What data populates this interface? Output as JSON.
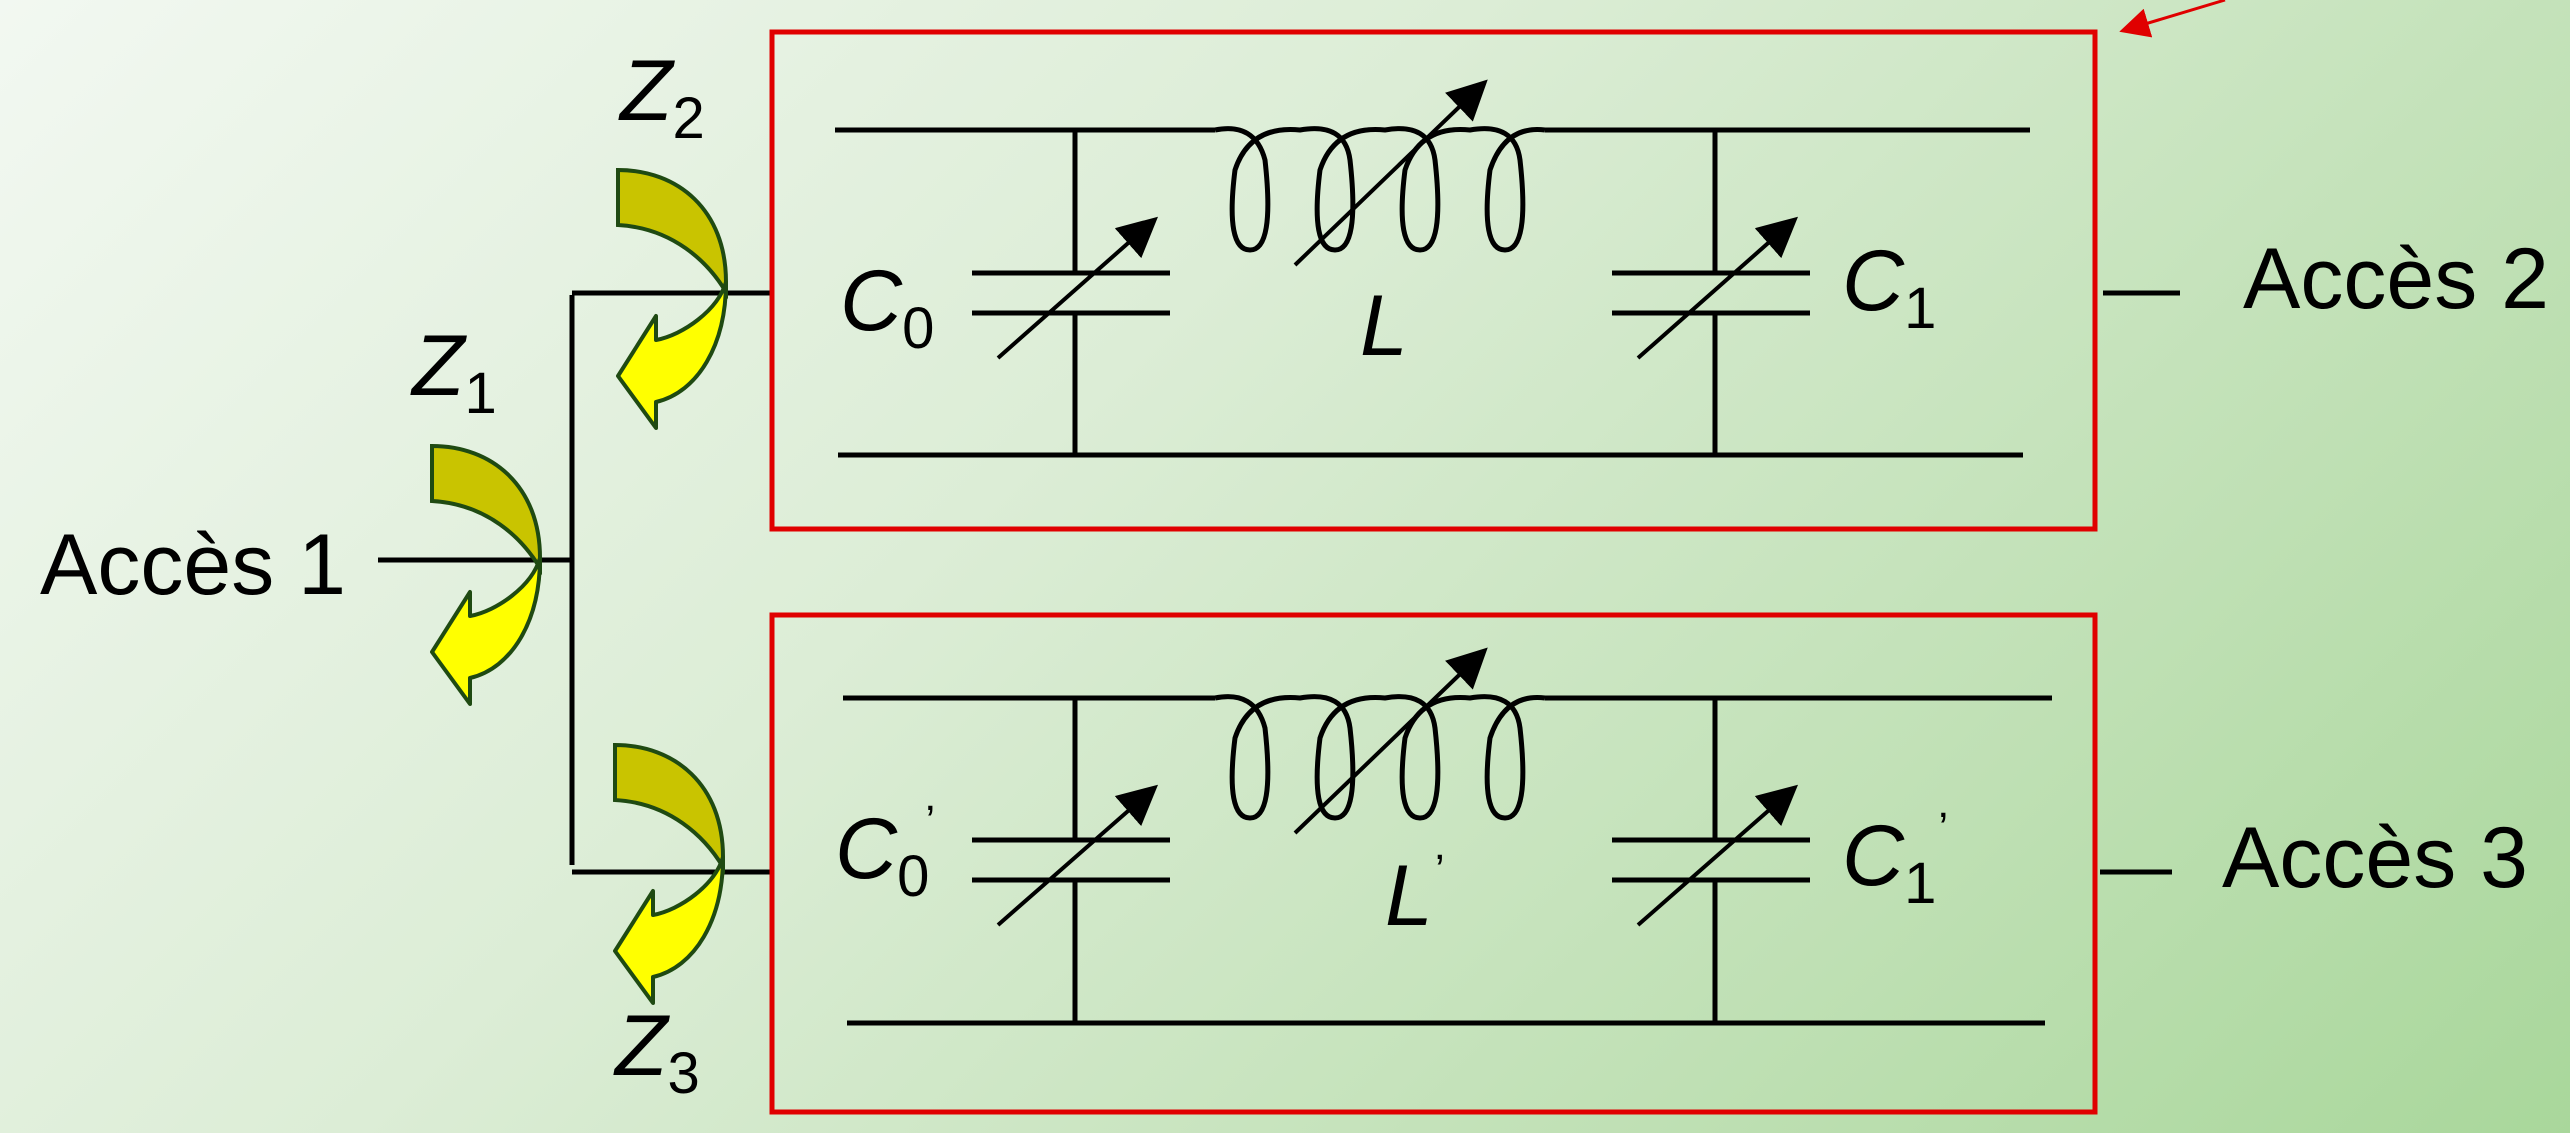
{
  "ports": {
    "port1": "Accès 1",
    "port2": "Accès 2",
    "port3": "Accès 3"
  },
  "impedances": {
    "z1": {
      "letter": "Z",
      "sub": "1"
    },
    "z2": {
      "letter": "Z",
      "sub": "2"
    },
    "z3": {
      "letter": "Z",
      "sub": "3"
    }
  },
  "branch_top": {
    "c0": {
      "letter": "C",
      "sub": "0",
      "prime": ""
    },
    "l": {
      "letter": "L",
      "prime": ""
    },
    "c1": {
      "letter": "C",
      "sub": "1",
      "prime": ""
    }
  },
  "branch_bottom": {
    "c0": {
      "letter": "C",
      "sub": "0",
      "prime": "’"
    },
    "l": {
      "letter": "L",
      "prime": "’"
    },
    "c1": {
      "letter": "C",
      "sub": "1",
      "prime": "’"
    }
  },
  "colors": {
    "box_border": "#e00000",
    "arrow_dark": "#c9c400",
    "arrow_light": "#ffff00",
    "arrow_outline": "#1f4a12",
    "wire": "#000000"
  }
}
